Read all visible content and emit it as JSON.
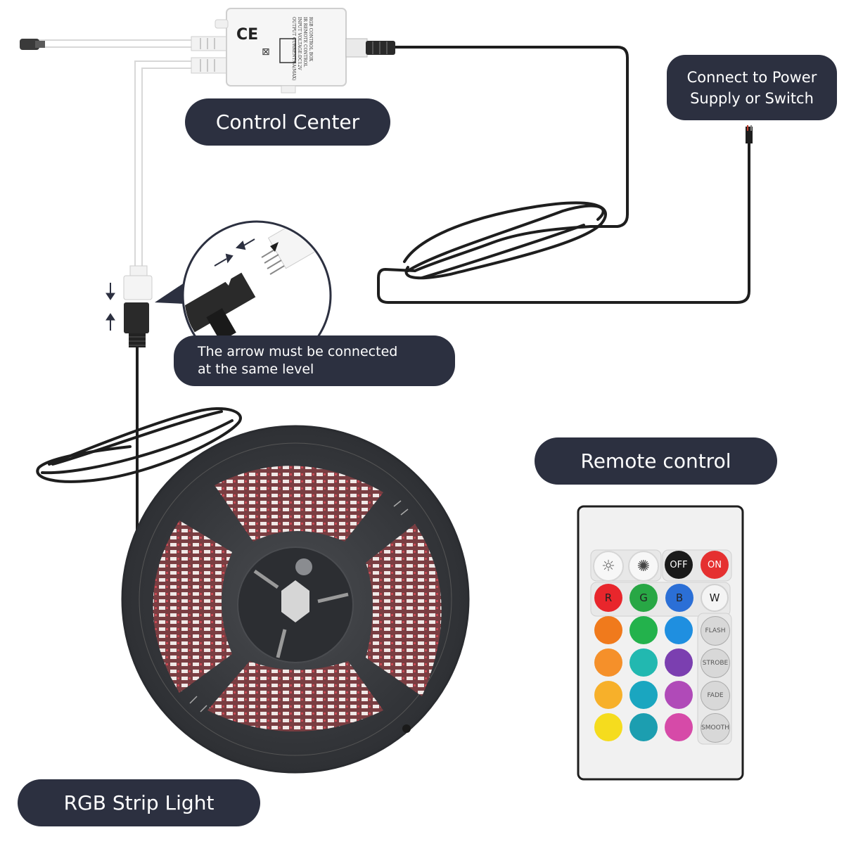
{
  "labels": {
    "control_center": "Control Center",
    "power_supply_line1": "Connect to Power",
    "power_supply_line2": "Supply or Switch",
    "arrow_note_line1": "The arrow must be connected",
    "arrow_note_line2": "at the same level",
    "remote_control": "Remote control",
    "rgb_strip": "RGB Strip Light"
  },
  "controller_box": {
    "print_lines": [
      "RGB CONTROL BOX",
      "IR REMOTE CONTROL",
      "INPUT VOLTAGE:DC12V",
      "OUTPUT CURRENT:6A(MAX)"
    ],
    "marks": [
      "CE"
    ]
  },
  "remote": {
    "top_buttons": [
      "",
      "",
      "OFF",
      "ON"
    ],
    "rgbw_buttons": [
      "R",
      "G",
      "B",
      "W"
    ],
    "mode_buttons": [
      "FLASH",
      "STROBE",
      "FADE",
      "SMOOTH"
    ],
    "colors": {
      "body": "#f1f1f1",
      "on": "#e53030",
      "off": "#1a1a1a",
      "red": "#e8262c",
      "green": "#28a745",
      "blue": "#2b6fd6",
      "white": "#f4f4f4",
      "grid": [
        [
          "#f07a1c",
          "#23b24c",
          "#1f8fe0"
        ],
        [
          "#f5902a",
          "#22b8b0",
          "#7b3fb0"
        ],
        [
          "#f7b02a",
          "#1aa6c0",
          "#b04ab8"
        ],
        [
          "#f5dc1e",
          "#1c9eb0",
          "#d64aa8"
        ]
      ]
    }
  },
  "colors": {
    "pill": "#2c3040",
    "cable": "#1e1e1e",
    "reel": "#3a3c40",
    "strip": "#8a4a4a"
  }
}
